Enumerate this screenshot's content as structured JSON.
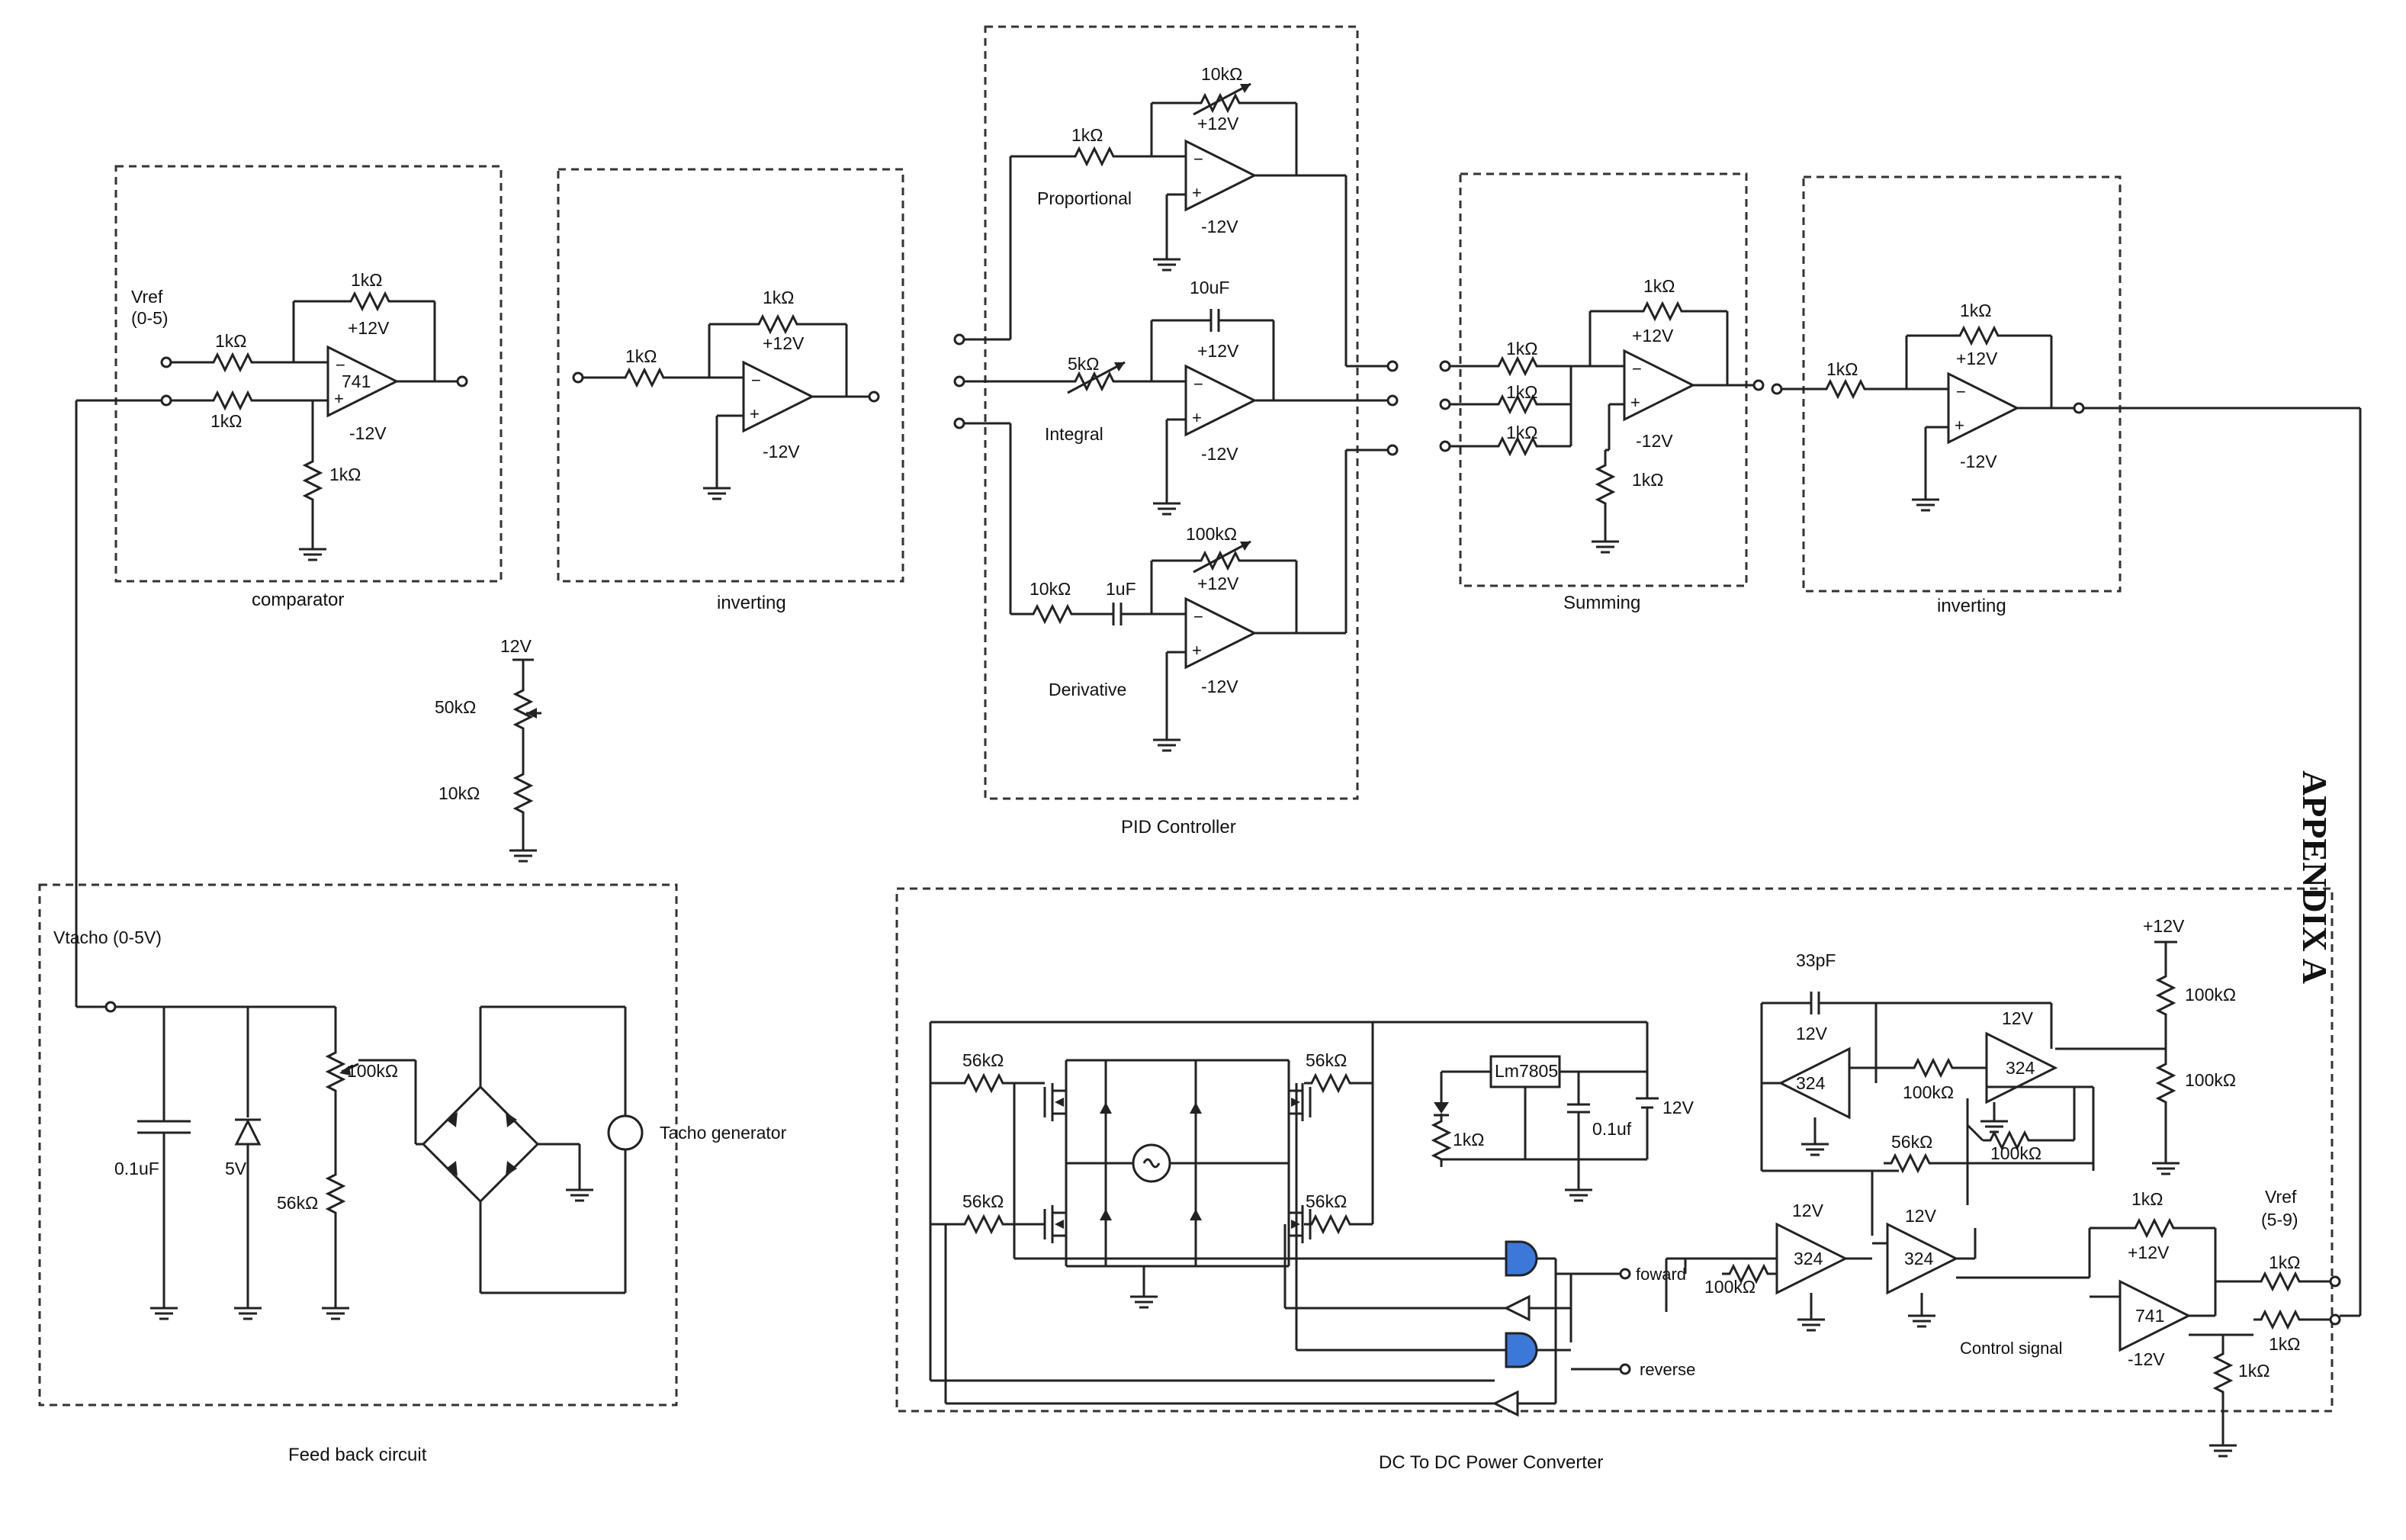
{
  "blocks": {
    "comparator": "comparator",
    "inverting1": "inverting",
    "pid": "PID Controller",
    "summing": "Summing",
    "inverting2": "inverting",
    "feedback": "Feed back circuit",
    "converter": "DC To DC Power Converter"
  },
  "pid": {
    "proportional": "Proportional",
    "integral": "Integral",
    "derivative": "Derivative"
  },
  "signals": {
    "vref_05": "Vref",
    "vref_05_range": "(0-5)",
    "vtacho": "Vtacho (0-5V)",
    "tacho_generator": "Tacho generator",
    "vref_59": "Vref",
    "vref_59_range": "(5-9)",
    "control_signal": "Control signal",
    "forward": "foward",
    "reverse": "reverse"
  },
  "components": {
    "r1k": "1kΩ",
    "r5k": "5kΩ",
    "r10k": "10kΩ",
    "r50k": "50kΩ",
    "r56k": "56kΩ",
    "r100k": "100kΩ",
    "c10u": "10uF",
    "c1u": "1uF",
    "c01uF": "0.1uF",
    "c01uf": "0.1uf",
    "c33p": "33pF",
    "zener5v": "5V",
    "vp12": "+12V",
    "vm12": "-12V",
    "v12": "12V",
    "op741": "741",
    "op324": "324",
    "reg": "Lm7805"
  },
  "appendix": "APPENDIX A"
}
